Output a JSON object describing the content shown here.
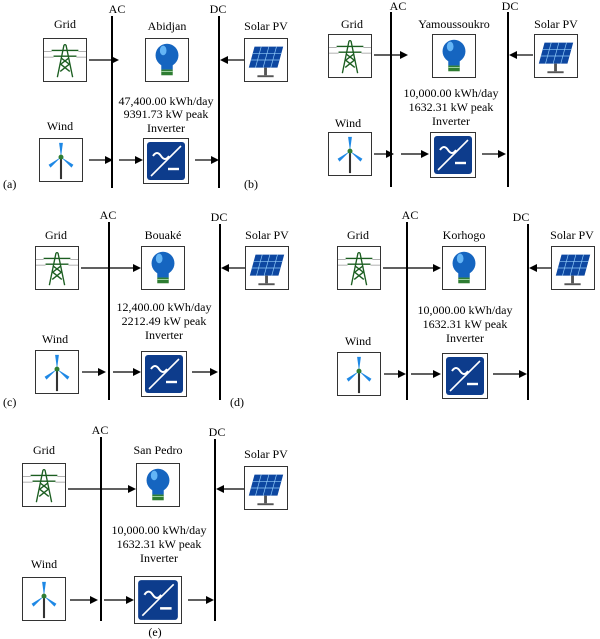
{
  "labels": {
    "ac": "AC",
    "dc": "DC",
    "grid": "Grid",
    "wind": "Wind",
    "solar": "Solar PV",
    "inverter": "Inverter"
  },
  "panels": [
    {
      "id": "a",
      "letter": "(a)",
      "city": "Abidjan",
      "energy": "47,400.00 kWh/day",
      "peak": "9391.73 kW peak"
    },
    {
      "id": "b",
      "letter": "(b)",
      "city": "Yamoussoukro",
      "energy": "10,000.00 kWh/day",
      "peak": "1632.31 kW peak"
    },
    {
      "id": "c",
      "letter": "(c)",
      "city": "Bouaké",
      "energy": "12,400.00 kWh/day",
      "peak": "2212.49 kW peak"
    },
    {
      "id": "d",
      "letter": "(d)",
      "city": "Korhogo",
      "energy": "10,000.00 kWh/day",
      "peak": "1632.31 kW peak"
    },
    {
      "id": "e",
      "letter": "(e)",
      "city": "San Pedro",
      "energy": "10,000.00 kWh/day",
      "peak": "1632.31 kW peak"
    }
  ],
  "colors": {
    "bulb": "#1565c0",
    "bulb_base": "#2e7d32",
    "grid_tower": "#1b5e20",
    "panel_blue": "#0d47a1",
    "inverter_bg": "#0d3c8c",
    "wind_pole": "#333333",
    "wind_blade": "#1e88e5"
  }
}
